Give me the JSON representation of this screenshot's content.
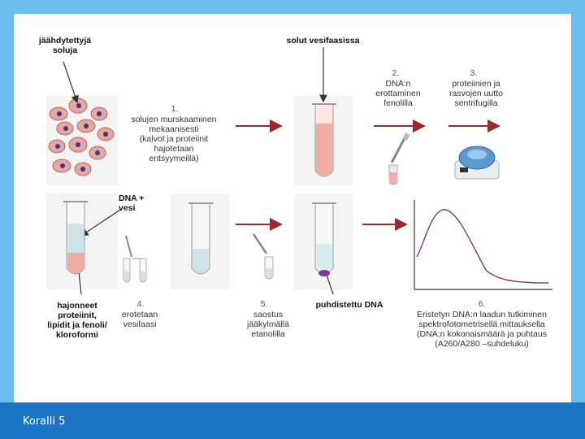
{
  "labels": {
    "cells": "jäähdytettyjä\nsoluja",
    "aqueous": "solut vesifaasissa",
    "step1_num": "1.",
    "step1_text": "solujen murskaaminen\nmekaanisesti\n(kalvot ja proteiinit\nhajotetaan\nentsyymeillä)",
    "step2_num": "2.",
    "step2_text": "DNA:n\nerottaminen\nfenolilla",
    "step3_num": "3.",
    "step3_text": "proteiinien ja\nrasvojen uutto\nsentrifugilla",
    "dna_water": "DNA +\nvesi",
    "degraded": "hajonneet\nproteiinit,\nlipidit ja fenoli/\nkloroformi",
    "step4_num": "4.",
    "step4_text": "erotetaan\nvesifaasi",
    "step5_num": "5.",
    "step5_text": "saostus\njääkylmällä\netanolilla",
    "purified": "puhdistettu DNA",
    "step6_num": "6.",
    "step6_text": "Eristetyn DNA:n laadun tutkiminen\nspektrofotometrisellä mittauksella\n(DNA:n kokonaismäärä ja puhtaus\n(A260/A280 –suhdeluku)"
  },
  "footer": {
    "text": "Koralli 5"
  },
  "colors": {
    "frame": "#6cbcf0",
    "footer": "#1b74c4",
    "arrow": "#9a2a2a",
    "cell": "#e8a6a0",
    "nucleus": "#3a3a8a",
    "tube_pink": "#efaca0",
    "tube_aqueous": "#cde3e6",
    "dna_pellet": "#7a3a9a",
    "curve": "#7a3a7a"
  },
  "icons": [
    "pipette-icon",
    "centrifuge-icon",
    "test-tube-icon",
    "cell-icon"
  ]
}
